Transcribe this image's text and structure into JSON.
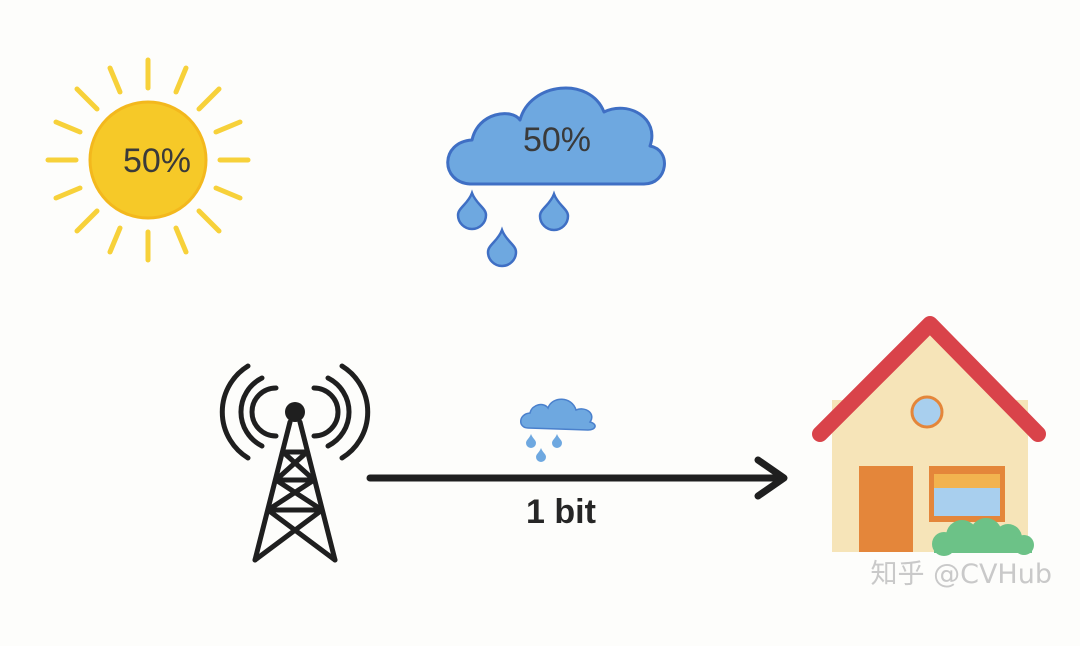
{
  "sun": {
    "probability_label": "50%",
    "icon": "sun-icon",
    "color": "#f6c928",
    "ray_color": "#f7d13a"
  },
  "rain": {
    "probability_label": "50%",
    "icon": "rain-cloud-icon",
    "color": "#6ea8e0",
    "outline": "#3f6fc4"
  },
  "transmission": {
    "label": "1 bit",
    "source_icon": "radio-tower-icon",
    "message_icon": "small-rain-cloud-icon",
    "destination_icon": "house-icon",
    "arrow_icon": "arrow-right-icon"
  },
  "house": {
    "roof_color": "#d9434a",
    "wall_color": "#f6e4b8",
    "door_color": "#e4863a",
    "bush_color": "#6cc287"
  },
  "watermark": "知乎 @CVHub"
}
